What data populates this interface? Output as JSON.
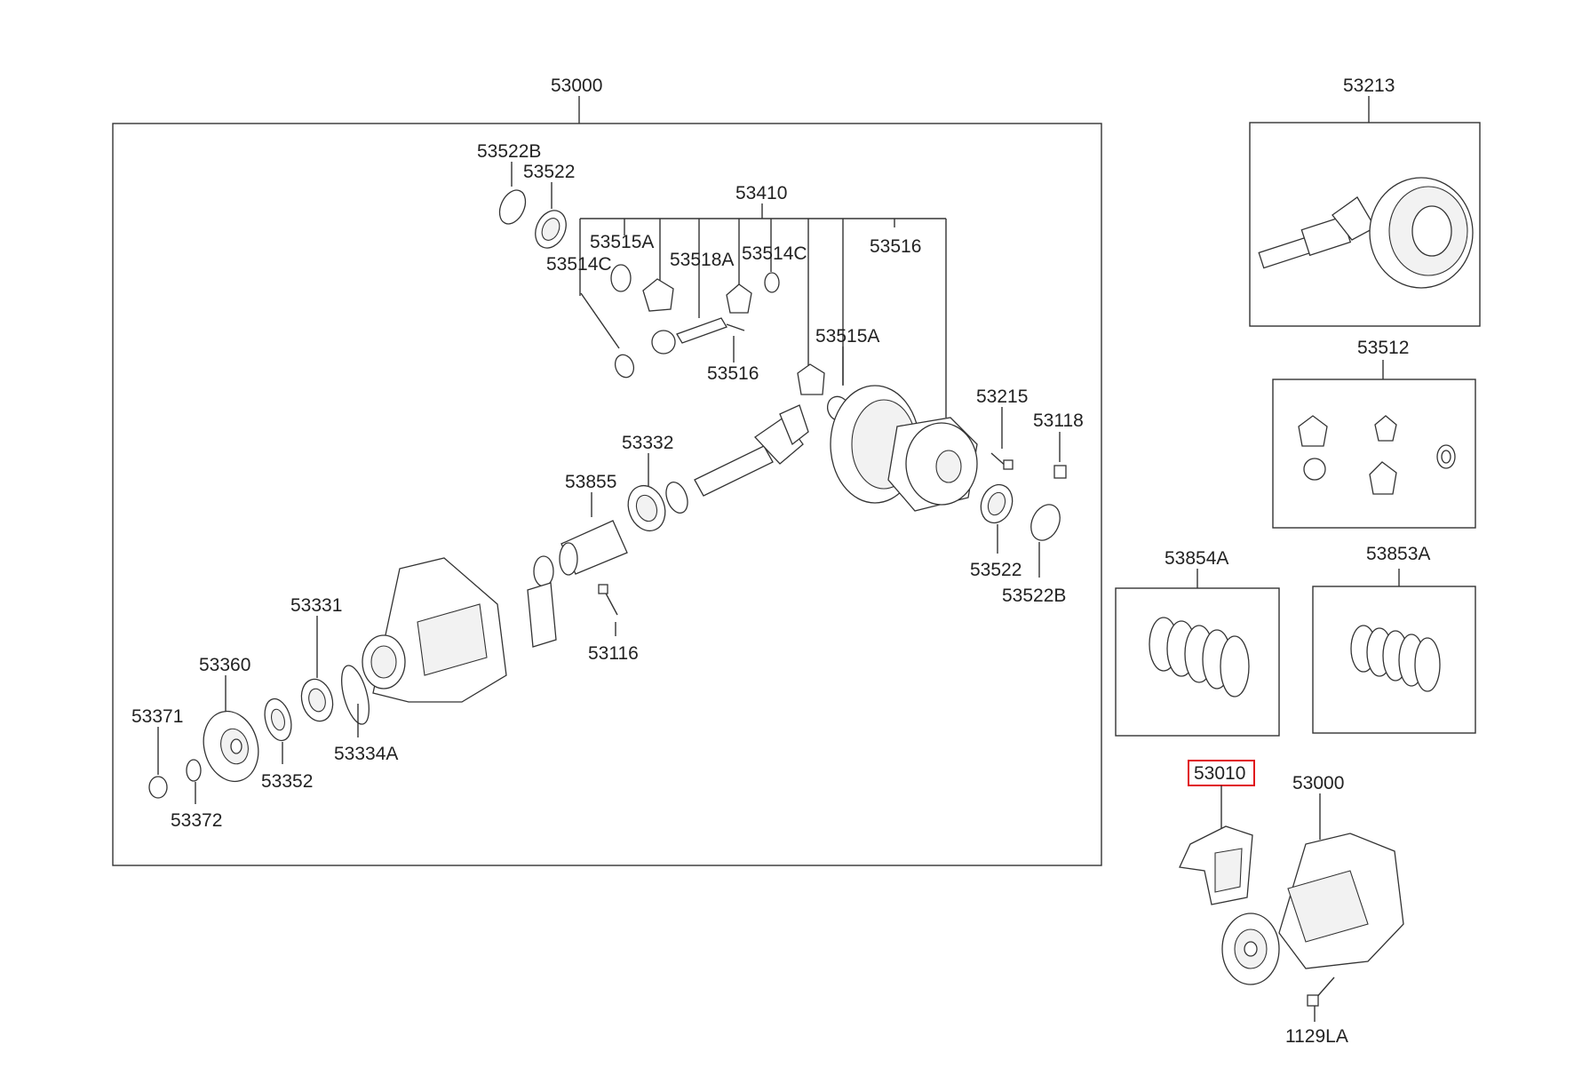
{
  "labels": {
    "l53000_main": "53000",
    "l53213": "53213",
    "l53512": "53512",
    "l53854A": "53854A",
    "l53853A": "53853A",
    "l53010": "53010",
    "l53000_assy": "53000",
    "l1129LA": "1129LA",
    "l53522B_top": "53522B",
    "l53522_top": "53522",
    "l53410": "53410",
    "l53515A_top": "53515A",
    "l53514C_left": "53514C",
    "l53518A": "53518A",
    "l53514C_right": "53514C",
    "l53516_top": "53516",
    "l53515A_mid": "53515A",
    "l53516_pin": "53516",
    "l53215": "53215",
    "l53118": "53118",
    "l53332": "53332",
    "l53855": "53855",
    "l53522_bot": "53522",
    "l53522B_bot": "53522B",
    "l53331": "53331",
    "l53116": "53116",
    "l53360": "53360",
    "l53371": "53371",
    "l53334A": "53334A",
    "l53352": "53352",
    "l53372": "53372"
  },
  "highlight": {
    "part": "53010",
    "color": "#e0101a"
  }
}
